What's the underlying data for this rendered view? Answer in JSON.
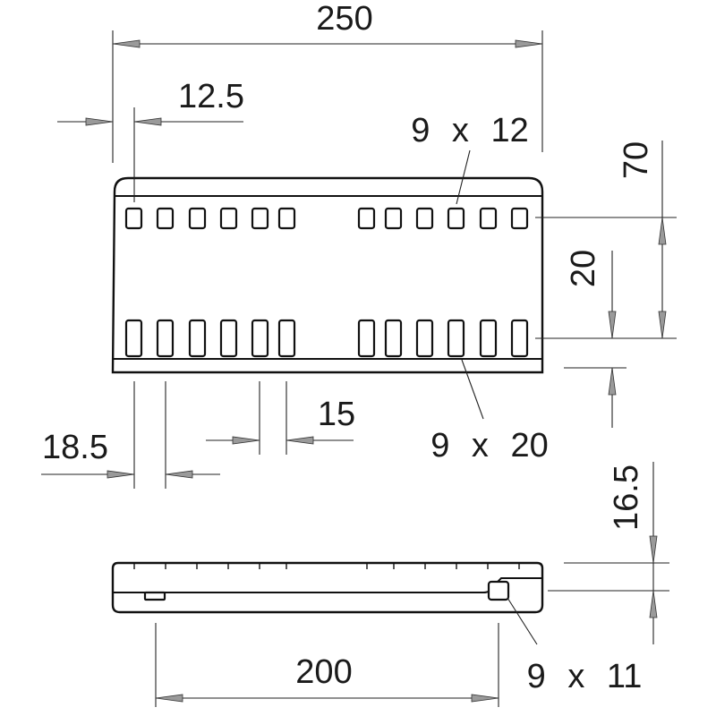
{
  "drawing": {
    "dimensions": {
      "overall_width": "250",
      "edge_offset": "12.5",
      "small_hole_label": "9 x 12",
      "height": "70",
      "hole_spacing_vertical": "20",
      "large_hole_label": "9 x 20",
      "pitch": "15",
      "hole_offset": "18.5",
      "side_height": "16.5",
      "side_hole_spacing": "200",
      "side_hole_label": "9 x 11"
    },
    "colors": {
      "line": "#111111",
      "arrow_fill": "#9a9a9a",
      "background": "#ffffff"
    }
  }
}
